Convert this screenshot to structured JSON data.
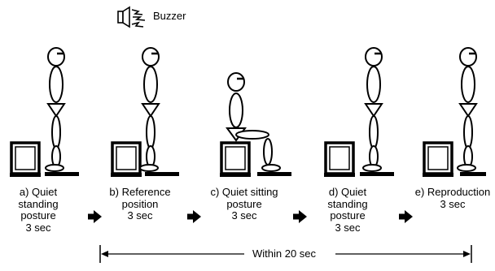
{
  "buzzer": {
    "label": "Buzzer",
    "icon": "speaker-icon"
  },
  "steps": [
    {
      "id": "a",
      "lines": [
        "a) Quiet",
        "standing",
        "posture",
        "3 sec"
      ]
    },
    {
      "id": "b",
      "lines": [
        "b) Reference",
        "position",
        "3 sec"
      ]
    },
    {
      "id": "c",
      "lines": [
        "c) Quiet sitting",
        "posture",
        "3 sec"
      ]
    },
    {
      "id": "d",
      "lines": [
        "d) Quiet",
        "standing",
        "posture",
        "3 sec"
      ]
    },
    {
      "id": "e",
      "lines": [
        "e) Reproduction",
        "3 sec"
      ]
    }
  ],
  "interval": {
    "label": "Within 20 sec"
  },
  "arrow_icon": "right-arrow-icon"
}
